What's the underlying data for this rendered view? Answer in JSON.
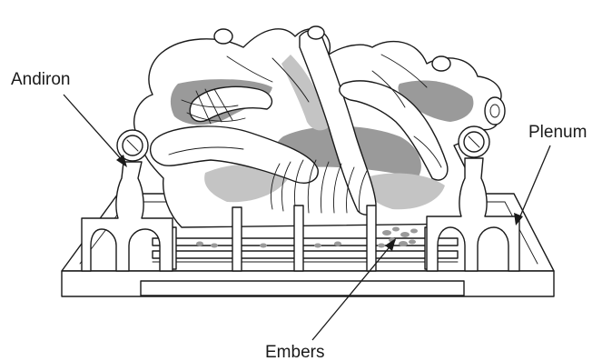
{
  "labels": {
    "andiron": "Andiron",
    "plenum": "Plenum",
    "embers": "Embers"
  },
  "colors": {
    "line": "#1a1a1a",
    "shading": "#9a9a9a",
    "background": "#ffffff"
  }
}
